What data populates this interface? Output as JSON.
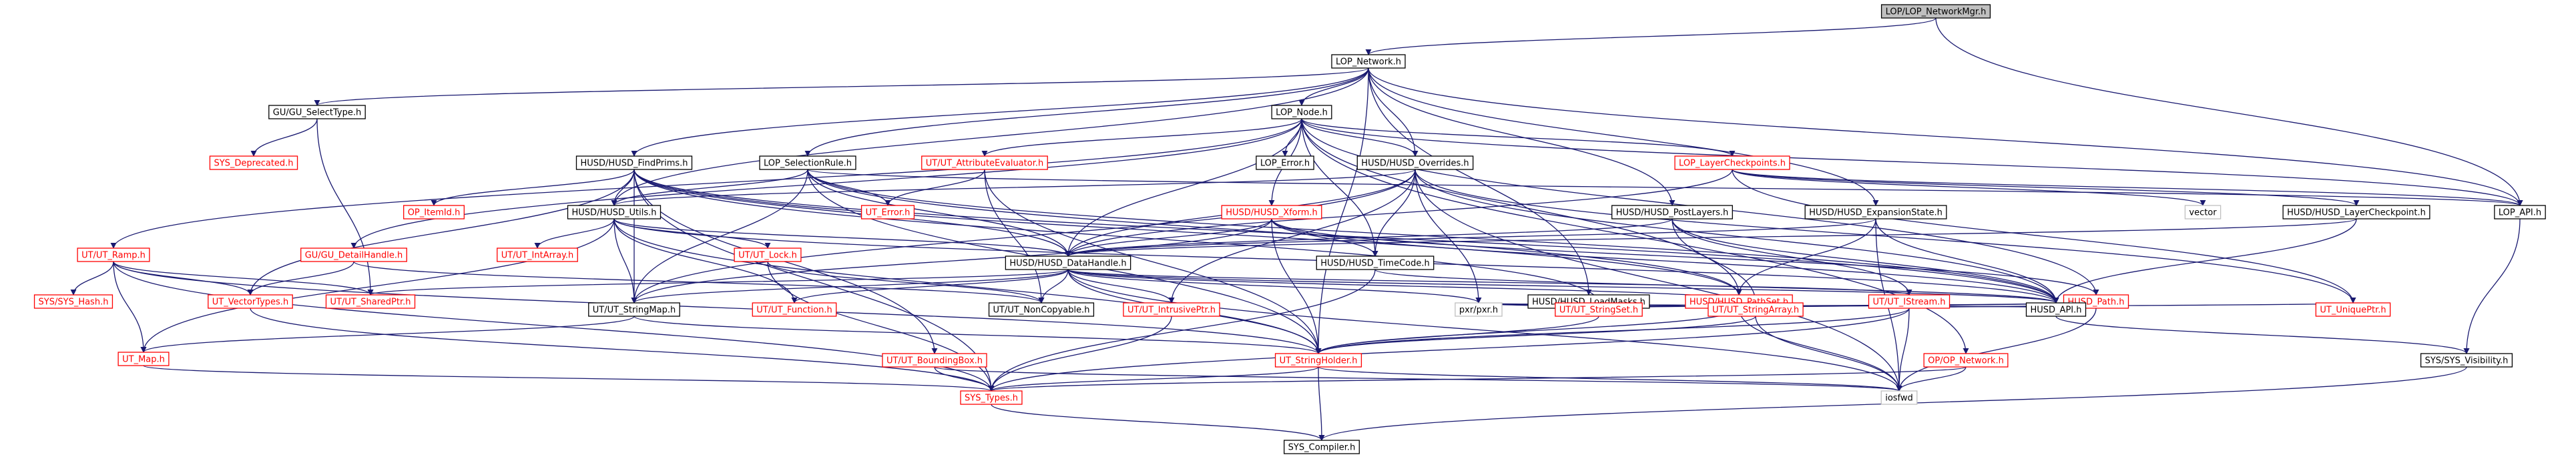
{
  "colors": {
    "edge": "#191970",
    "box_border_black": "#000000",
    "box_border_red": "#ff0000",
    "box_border_gray": "#bfbfbf",
    "focus_fill": "#bfbfbf",
    "text_black": "#000000",
    "text_red": "#ff0000"
  },
  "nodes": [
    {
      "id": "mgr",
      "label": "LOP/LOP_NetworkMgr.h",
      "style": "focus"
    },
    {
      "id": "network",
      "label": "LOP_Network.h",
      "style": "normal"
    },
    {
      "id": "selecttype",
      "label": "GU/GU_SelectType.h",
      "style": "normal"
    },
    {
      "id": "deprecated",
      "label": "SYS_Deprecated.h",
      "style": "red"
    },
    {
      "id": "node",
      "label": "LOP_Node.h",
      "style": "normal"
    },
    {
      "id": "findprims",
      "label": "HUSD/HUSD_FindPrims.h",
      "style": "normal"
    },
    {
      "id": "selectionrule",
      "label": "LOP_SelectionRule.h",
      "style": "normal"
    },
    {
      "id": "attreval",
      "label": "UT/UT_AttributeEvaluator.h",
      "style": "red"
    },
    {
      "id": "loperror",
      "label": "LOP_Error.h",
      "style": "normal"
    },
    {
      "id": "overrides",
      "label": "HUSD/HUSD_Overrides.h",
      "style": "normal"
    },
    {
      "id": "layercheckpoints",
      "label": "LOP_LayerCheckpoints.h",
      "style": "red"
    },
    {
      "id": "vector",
      "label": "vector",
      "style": "gray"
    },
    {
      "id": "layercheckpoint",
      "label": "HUSD/HUSD_LayerCheckpoint.h",
      "style": "normal"
    },
    {
      "id": "lopapi",
      "label": "LOP_API.h",
      "style": "normal"
    },
    {
      "id": "opitemid",
      "label": "OP_ItemId.h",
      "style": "red"
    },
    {
      "id": "utils",
      "label": "HUSD/HUSD_Utils.h",
      "style": "normal"
    },
    {
      "id": "uterror",
      "label": "UT_Error.h",
      "style": "red"
    },
    {
      "id": "xform",
      "label": "HUSD/HUSD_Xform.h",
      "style": "red"
    },
    {
      "id": "postlayers",
      "label": "HUSD/HUSD_PostLayers.h",
      "style": "normal"
    },
    {
      "id": "expansion",
      "label": "HUSD/HUSD_ExpansionState.h",
      "style": "normal"
    },
    {
      "id": "ramp",
      "label": "UT/UT_Ramp.h",
      "style": "red"
    },
    {
      "id": "detailhandle",
      "label": "GU/GU_DetailHandle.h",
      "style": "red"
    },
    {
      "id": "intarray",
      "label": "UT/UT_IntArray.h",
      "style": "red"
    },
    {
      "id": "lock",
      "label": "UT/UT_Lock.h",
      "style": "red"
    },
    {
      "id": "datahandle",
      "label": "HUSD/HUSD_DataHandle.h",
      "style": "normal"
    },
    {
      "id": "timecode",
      "label": "HUSD/HUSD_TimeCode.h",
      "style": "normal"
    },
    {
      "id": "loadmasks",
      "label": "HUSD/HUSD_LoadMasks.h",
      "style": "normal"
    },
    {
      "id": "pathset",
      "label": "HUSD/HUSD_PathSet.h",
      "style": "red"
    },
    {
      "id": "istream",
      "label": "UT/UT_IStream.h",
      "style": "red"
    },
    {
      "id": "husdpath",
      "label": "HUSD_Path.h",
      "style": "red"
    },
    {
      "id": "syshash",
      "label": "SYS/SYS_Hash.h",
      "style": "red"
    },
    {
      "id": "vectortypes",
      "label": "UT_VectorTypes.h",
      "style": "red"
    },
    {
      "id": "sharedptr",
      "label": "UT/UT_SharedPtr.h",
      "style": "red"
    },
    {
      "id": "stringmap",
      "label": "UT/UT_StringMap.h",
      "style": "normal"
    },
    {
      "id": "function",
      "label": "UT/UT_Function.h",
      "style": "red"
    },
    {
      "id": "noncopyable",
      "label": "UT/UT_NonCopyable.h",
      "style": "normal"
    },
    {
      "id": "intrusiveptr",
      "label": "UT/UT_IntrusivePtr.h",
      "style": "red"
    },
    {
      "id": "pxrpxr",
      "label": "pxr/pxr.h",
      "style": "gray"
    },
    {
      "id": "stringset",
      "label": "UT/UT_StringSet.h",
      "style": "red"
    },
    {
      "id": "stringarray",
      "label": "UT/UT_StringArray.h",
      "style": "red"
    },
    {
      "id": "husdapi",
      "label": "HUSD_API.h",
      "style": "normal"
    },
    {
      "id": "uniqueptr",
      "label": "UT_UniquePtr.h",
      "style": "red"
    },
    {
      "id": "utmap",
      "label": "UT_Map.h",
      "style": "red"
    },
    {
      "id": "boundingbox",
      "label": "UT/UT_BoundingBox.h",
      "style": "red"
    },
    {
      "id": "stringholder",
      "label": "UT_StringHolder.h",
      "style": "red"
    },
    {
      "id": "opnetwork",
      "label": "OP/OP_Network.h",
      "style": "red"
    },
    {
      "id": "sysvis",
      "label": "SYS/SYS_Visibility.h",
      "style": "normal"
    },
    {
      "id": "iosfwd",
      "label": "iosfwd",
      "style": "gray"
    },
    {
      "id": "systypes",
      "label": "SYS_Types.h",
      "style": "red"
    },
    {
      "id": "syscompiler",
      "label": "SYS_Compiler.h",
      "style": "normal"
    }
  ],
  "edges": [
    [
      "mgr",
      "network"
    ],
    [
      "mgr",
      "lopapi"
    ],
    [
      "network",
      "selecttype"
    ],
    [
      "network",
      "node"
    ],
    [
      "network",
      "findprims"
    ],
    [
      "network",
      "selectionrule"
    ],
    [
      "network",
      "overrides"
    ],
    [
      "network",
      "postlayers"
    ],
    [
      "network",
      "expansion"
    ],
    [
      "network",
      "loadmasks"
    ],
    [
      "network",
      "lopapi"
    ],
    [
      "network",
      "stringholder"
    ],
    [
      "network",
      "utils"
    ],
    [
      "selecttype",
      "deprecated"
    ],
    [
      "selecttype",
      "sharedptr"
    ],
    [
      "node",
      "attreval"
    ],
    [
      "node",
      "loperror"
    ],
    [
      "node",
      "overrides"
    ],
    [
      "node",
      "layercheckpoints"
    ],
    [
      "node",
      "xform"
    ],
    [
      "node",
      "timecode"
    ],
    [
      "node",
      "datahandle"
    ],
    [
      "node",
      "lopapi"
    ],
    [
      "node",
      "opnetwork"
    ],
    [
      "node",
      "ramp"
    ],
    [
      "node",
      "pathset"
    ],
    [
      "node",
      "detailhandle"
    ],
    [
      "node",
      "husdpath"
    ],
    [
      "findprims",
      "utils"
    ],
    [
      "findprims",
      "datahandle"
    ],
    [
      "findprims",
      "opitemid"
    ],
    [
      "findprims",
      "stringmap"
    ],
    [
      "findprims",
      "vectortypes"
    ],
    [
      "findprims",
      "boundingbox"
    ],
    [
      "findprims",
      "systypes"
    ],
    [
      "findprims",
      "husdapi"
    ],
    [
      "findprims",
      "pathset"
    ],
    [
      "findprims",
      "stringset"
    ],
    [
      "selectionrule",
      "utils"
    ],
    [
      "selectionrule",
      "datahandle"
    ],
    [
      "selectionrule",
      "uterror"
    ],
    [
      "selectionrule",
      "stringmap"
    ],
    [
      "selectionrule",
      "stringholder"
    ],
    [
      "selectionrule",
      "lopapi"
    ],
    [
      "selectionrule",
      "pathset"
    ],
    [
      "selectionrule",
      "husdapi"
    ],
    [
      "attreval",
      "uterror"
    ],
    [
      "attreval",
      "noncopyable"
    ],
    [
      "attreval",
      "stringholder"
    ],
    [
      "overrides",
      "utils"
    ],
    [
      "overrides",
      "datahandle"
    ],
    [
      "overrides",
      "intrusiveptr"
    ],
    [
      "overrides",
      "pxrpxr"
    ],
    [
      "overrides",
      "husdapi"
    ],
    [
      "overrides",
      "stringmap"
    ],
    [
      "overrides",
      "iosfwd"
    ],
    [
      "overrides",
      "uniqueptr"
    ],
    [
      "overrides",
      "timecode"
    ],
    [
      "layercheckpoints",
      "layercheckpoint"
    ],
    [
      "layercheckpoints",
      "lopapi"
    ],
    [
      "layercheckpoints",
      "datahandle"
    ],
    [
      "layercheckpoints",
      "vector"
    ],
    [
      "layercheckpoints",
      "uniqueptr"
    ],
    [
      "layercheckpoint",
      "husdapi"
    ],
    [
      "layercheckpoint",
      "datahandle"
    ],
    [
      "lopapi",
      "sysvis"
    ],
    [
      "utils",
      "datahandle"
    ],
    [
      "utils",
      "intarray"
    ],
    [
      "utils",
      "lock"
    ],
    [
      "utils",
      "function"
    ],
    [
      "utils",
      "stringholder"
    ],
    [
      "utils",
      "husdapi"
    ],
    [
      "utils",
      "utmap"
    ],
    [
      "utils",
      "stringmap"
    ],
    [
      "xform",
      "datahandle"
    ],
    [
      "xform",
      "timecode"
    ],
    [
      "xform",
      "stringholder"
    ],
    [
      "xform",
      "husdapi"
    ],
    [
      "xform",
      "stringmap"
    ],
    [
      "xform",
      "husdpath"
    ],
    [
      "postlayers",
      "datahandle"
    ],
    [
      "postlayers",
      "stringarray"
    ],
    [
      "postlayers",
      "husdapi"
    ],
    [
      "postlayers",
      "istream"
    ],
    [
      "expansion",
      "datahandle"
    ],
    [
      "expansion",
      "pathset"
    ],
    [
      "expansion",
      "husdapi"
    ],
    [
      "expansion",
      "iosfwd"
    ],
    [
      "ramp",
      "syshash"
    ],
    [
      "ramp",
      "vectortypes"
    ],
    [
      "ramp",
      "utmap"
    ],
    [
      "ramp",
      "stringholder"
    ],
    [
      "ramp",
      "systypes"
    ],
    [
      "ramp",
      "sharedptr"
    ],
    [
      "detailhandle",
      "vectortypes"
    ],
    [
      "detailhandle",
      "noncopyable"
    ],
    [
      "lock",
      "systypes"
    ],
    [
      "lock",
      "noncopyable"
    ],
    [
      "datahandle",
      "stringmap"
    ],
    [
      "datahandle",
      "function"
    ],
    [
      "datahandle",
      "noncopyable"
    ],
    [
      "datahandle",
      "intrusiveptr"
    ],
    [
      "datahandle",
      "pxrpxr"
    ],
    [
      "datahandle",
      "stringholder"
    ],
    [
      "datahandle",
      "stringarray"
    ],
    [
      "datahandle",
      "husdapi"
    ],
    [
      "datahandle",
      "sharedptr"
    ],
    [
      "datahandle",
      "iosfwd"
    ],
    [
      "datahandle",
      "istream"
    ],
    [
      "timecode",
      "husdapi"
    ],
    [
      "timecode",
      "systypes"
    ],
    [
      "loadmasks",
      "stringset"
    ],
    [
      "loadmasks",
      "stringarray"
    ],
    [
      "loadmasks",
      "husdapi"
    ],
    [
      "loadmasks",
      "pxrpxr"
    ],
    [
      "pathset",
      "husdapi"
    ],
    [
      "pathset",
      "pxrpxr"
    ],
    [
      "pathset",
      "stringholder"
    ],
    [
      "pathset",
      "iosfwd"
    ],
    [
      "pathset",
      "stringarray"
    ],
    [
      "istream",
      "uniqueptr"
    ],
    [
      "istream",
      "stringholder"
    ],
    [
      "istream",
      "iosfwd"
    ],
    [
      "istream",
      "systypes"
    ],
    [
      "husdpath",
      "husdapi"
    ],
    [
      "husdpath",
      "iosfwd"
    ],
    [
      "husdpath",
      "pxrpxr"
    ],
    [
      "vectortypes",
      "systypes"
    ],
    [
      "stringmap",
      "utmap"
    ],
    [
      "stringmap",
      "stringholder"
    ],
    [
      "intrusiveptr",
      "systypes"
    ],
    [
      "stringset",
      "stringholder"
    ],
    [
      "stringarray",
      "stringholder"
    ],
    [
      "stringarray",
      "iosfwd"
    ],
    [
      "husdapi",
      "sysvis"
    ],
    [
      "utmap",
      "systypes"
    ],
    [
      "boundingbox",
      "systypes"
    ],
    [
      "boundingbox",
      "iosfwd"
    ],
    [
      "stringholder",
      "systypes"
    ],
    [
      "stringholder",
      "syscompiler"
    ],
    [
      "stringholder",
      "iosfwd"
    ],
    [
      "opnetwork",
      "systypes"
    ],
    [
      "opnetwork",
      "iosfwd"
    ],
    [
      "sysvis",
      "syscompiler"
    ],
    [
      "systypes",
      "syscompiler"
    ]
  ]
}
